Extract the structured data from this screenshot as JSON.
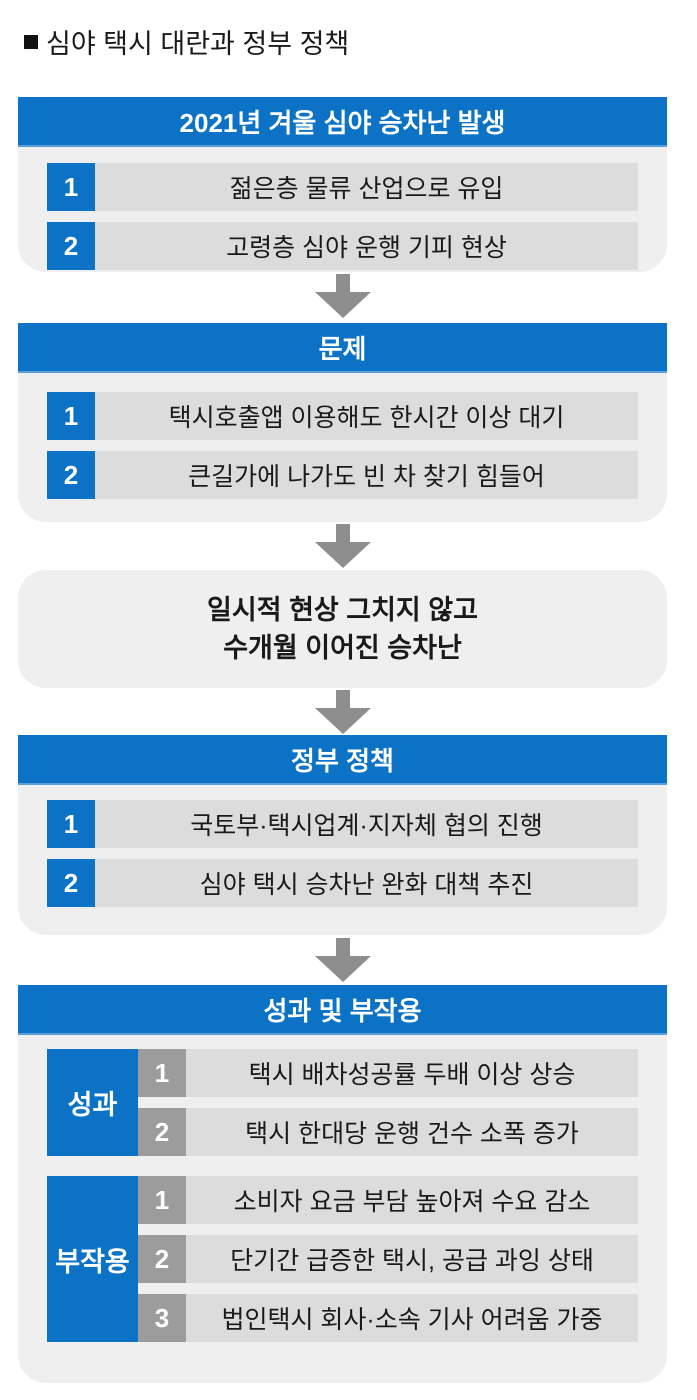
{
  "title": "심야 택시 대란과 정부 정책",
  "sections": [
    {
      "header": "2021년 겨울 심야 승차난 발생",
      "items": [
        {
          "n": "1",
          "text": "젊은층 물류 산업으로 유입"
        },
        {
          "n": "2",
          "text": "고령층 심야 운행 기피 현상"
        }
      ]
    },
    {
      "header": "문제",
      "items": [
        {
          "n": "1",
          "text": "택시호출앱 이용해도 한시간 이상 대기"
        },
        {
          "n": "2",
          "text": "큰길가에 나가도 빈 차 찾기 힘들어"
        }
      ]
    },
    {
      "lines": [
        "일시적 현상 그치지 않고",
        "수개월 이어진 승차난"
      ]
    },
    {
      "header": "정부 정책",
      "items": [
        {
          "n": "1",
          "text": "국토부·택시업계·지자체 협의 진행"
        },
        {
          "n": "2",
          "text": "심야 택시 승차난 완화 대책 추진"
        }
      ]
    },
    {
      "header": "성과 및 부작용",
      "groups": [
        {
          "label": "성과",
          "items": [
            {
              "n": "1",
              "text": "택시 배차성공률 두배 이상 상승"
            },
            {
              "n": "2",
              "text": "택시 한대당 운행 건수 소폭 증가"
            }
          ]
        },
        {
          "label": "부작용",
          "items": [
            {
              "n": "1",
              "text": "소비자 요금 부담 높아져 수요 감소"
            },
            {
              "n": "2",
              "text": "단기간 급증한 택시, 공급 과잉 상태"
            },
            {
              "n": "3",
              "text": "법인택시 회사·소속 기사 어려움 가중"
            }
          ]
        }
      ]
    }
  ],
  "colors": {
    "accent": "#0b72c5",
    "panel": "#efefef",
    "row": "#dcdcdc",
    "arrow": "#8e8e8e"
  }
}
